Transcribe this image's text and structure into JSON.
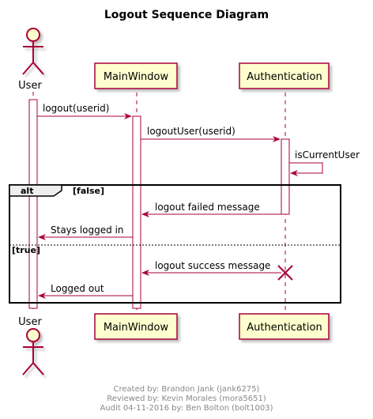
{
  "title": "Logout Sequence Diagram",
  "participants": {
    "user": {
      "label": "User",
      "kind": "actor"
    },
    "mainwindow": {
      "label": "MainWindow",
      "kind": "participant"
    },
    "authentication": {
      "label": "Authentication",
      "kind": "participant"
    }
  },
  "messages": {
    "m1": "logout(userid)",
    "m2": "logoutUser(userid)",
    "m3": "isCurrentUser",
    "m4": "logout failed message",
    "m5": "Stays logged in",
    "m6": "logout success message",
    "m7": "Logged out"
  },
  "alt_frame": {
    "keyword": "alt",
    "guard_1": "[false]",
    "guard_2": "[true]"
  },
  "footer": {
    "line1": "Created by: Brandon Jank (jank6275)",
    "line2": "Reviewed by: Kevin Morales (mora5651)",
    "line3": "Audit 04-11-2016 by: Ben Bolton (bolt1003)"
  },
  "colors": {
    "lifeline": "#a80036",
    "participant_fill": "#fefece",
    "participant_border": "#a80036",
    "arrow": "#a80036",
    "frame_border": "#000000",
    "footer_text": "#888888"
  }
}
